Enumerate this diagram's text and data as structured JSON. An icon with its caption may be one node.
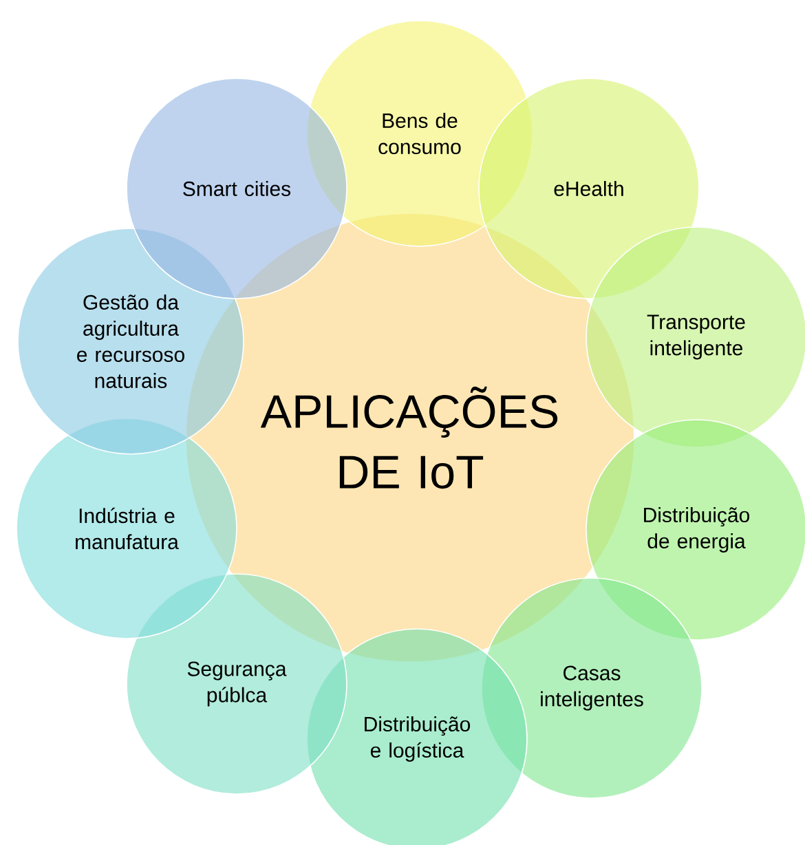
{
  "diagram": {
    "nodes": [
      {
        "text": [
          "APLICAÇÕES DE IoT"
        ]
      },
      {
        "text": [
          "Bens de consumo"
        ]
      },
      {
        "text": [
          "eHealth"
        ]
      },
      {
        "text": [
          "Transporte inteligente"
        ]
      },
      {
        "text": [
          "Distribuição de energia"
        ]
      },
      {
        "text": [
          "Casas inteligentes"
        ]
      },
      {
        "text": [
          "Distribuição e logística"
        ]
      },
      {
        "text": [
          "Segurança públca"
        ]
      },
      {
        "text": [
          "Indústria e manufatura"
        ]
      },
      {
        "text": [
          "Gestão da agricultura e recursoso naturais"
        ]
      },
      {
        "text": [
          "Smart cities"
        ]
      }
    ]
  }
}
